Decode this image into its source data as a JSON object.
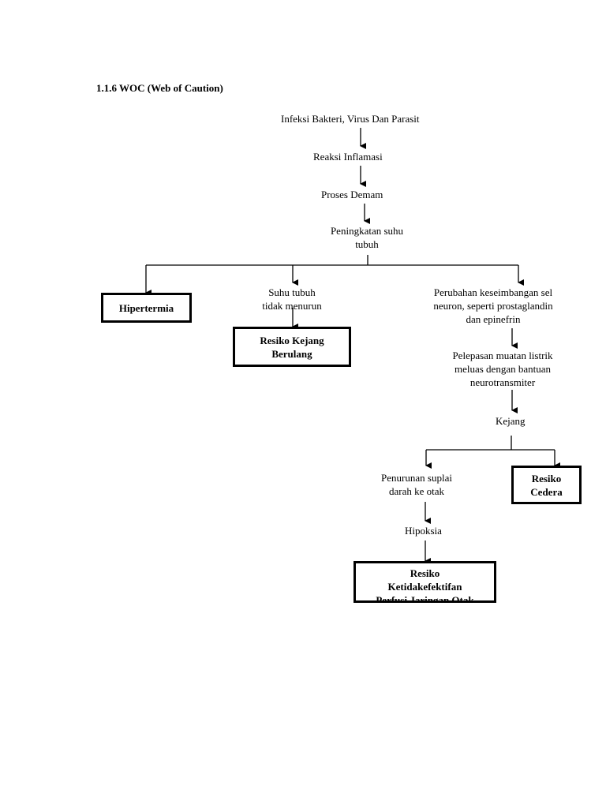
{
  "heading": "1.1.6 WOC (Web of Caution)",
  "nodes": {
    "infeksi": "Infeksi Bakteri, Virus Dan Parasit",
    "reaksi": "Reaksi Inflamasi",
    "proses": "Proses Demam",
    "peningkatan_1": "Peningkatan suhu",
    "peningkatan_2": "tubuh",
    "suhu_1": "Suhu tubuh",
    "suhu_2": "tidak menurun",
    "perubahan_1": "Perubahan keseimbangan sel",
    "perubahan_2": "neuron, seperti prostaglandin",
    "perubahan_3": "dan epinefrin",
    "pelepasan_1": "Pelepasan muatan listrik",
    "pelepasan_2": "meluas dengan bantuan",
    "pelepasan_3": "neurotransmiter",
    "kejang": "Kejang",
    "penurunan_1": "Penurunan suplai",
    "penurunan_2": "darah ke otak",
    "hipoksia": "Hipoksia"
  },
  "boxes": {
    "hipertermia": "Hipertermia",
    "kejang_berulang_1": "Resiko Kejang",
    "kejang_berulang_2": "Berulang",
    "cedera_1": "Resiko",
    "cedera_2": "Cedera",
    "perfusi_1": "Resiko",
    "perfusi_2": "Ketidakefektifan",
    "perfusi_3": "Perfusi Jaringan Otak"
  }
}
